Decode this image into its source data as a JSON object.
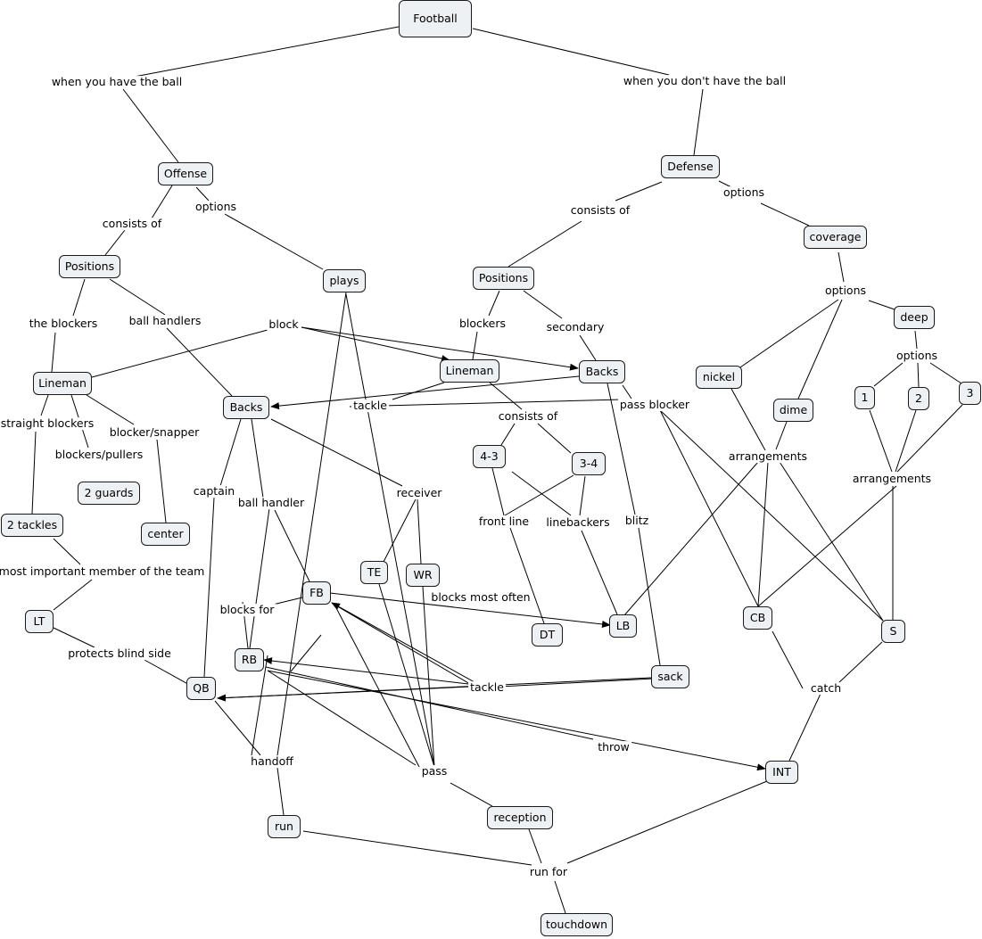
{
  "concepts": {
    "football": "Football",
    "offense": "Offense",
    "defense": "Defense",
    "positions_off": "Positions",
    "plays": "plays",
    "positions_def": "Positions",
    "coverage": "coverage",
    "lineman_off": "Lineman",
    "backs_off": "Backs",
    "lineman_def": "Lineman",
    "backs_def": "Backs",
    "deep": "deep",
    "nickel": "nickel",
    "dime": "dime",
    "opt_1": "1",
    "opt_2": "2",
    "opt_3": "3",
    "two_guards": "2 guards",
    "two_tackles": "2 tackles",
    "center": "center",
    "lt": "LT",
    "qb": "QB",
    "rb": "RB",
    "fb": "FB",
    "te": "TE",
    "wr": "WR",
    "four_three": "4-3",
    "three_four": "3-4",
    "dt": "DT",
    "lb": "LB",
    "cb": "CB",
    "s": "S",
    "sack": "sack",
    "int": "INT",
    "run": "run",
    "reception": "reception",
    "touchdown": "touchdown"
  },
  "links": {
    "when_have_ball": "when you have the ball",
    "when_dont_have_ball": "when you don't have the ball",
    "consists_of_off": "consists of",
    "options_off": "options",
    "consists_of_def": "consists of",
    "options_def": "options",
    "the_blockers": "the blockers",
    "ball_handlers": "ball handlers",
    "block": "block",
    "blockers": "blockers",
    "secondary": "secondary",
    "options_cov": "options",
    "options_deep": "options",
    "tackle_mid": "tackle",
    "pass_blocker": "pass blocker",
    "straight_blockers": "straight blockers",
    "blockers_pullers": "blockers/pullers",
    "blocker_snapper": "blocker/snapper",
    "consists_of_lin": "consists of",
    "arrangements_a": "arrangements",
    "arrangements_b": "arrangements",
    "captain": "captain",
    "ball_handler": "ball handler",
    "receiver": "receiver",
    "front_line": "front line",
    "linebackers": "linebackers",
    "blitz": "blitz",
    "most_important": "most important member of the team",
    "blocks_for": "blocks for",
    "blocks_most_often": "blocks most often",
    "protects_blind_side": "protects blind side",
    "tackle_low": "tackle",
    "catch": "catch",
    "throw": "throw",
    "handoff": "handoff",
    "pass": "pass",
    "run_for": "run for"
  }
}
